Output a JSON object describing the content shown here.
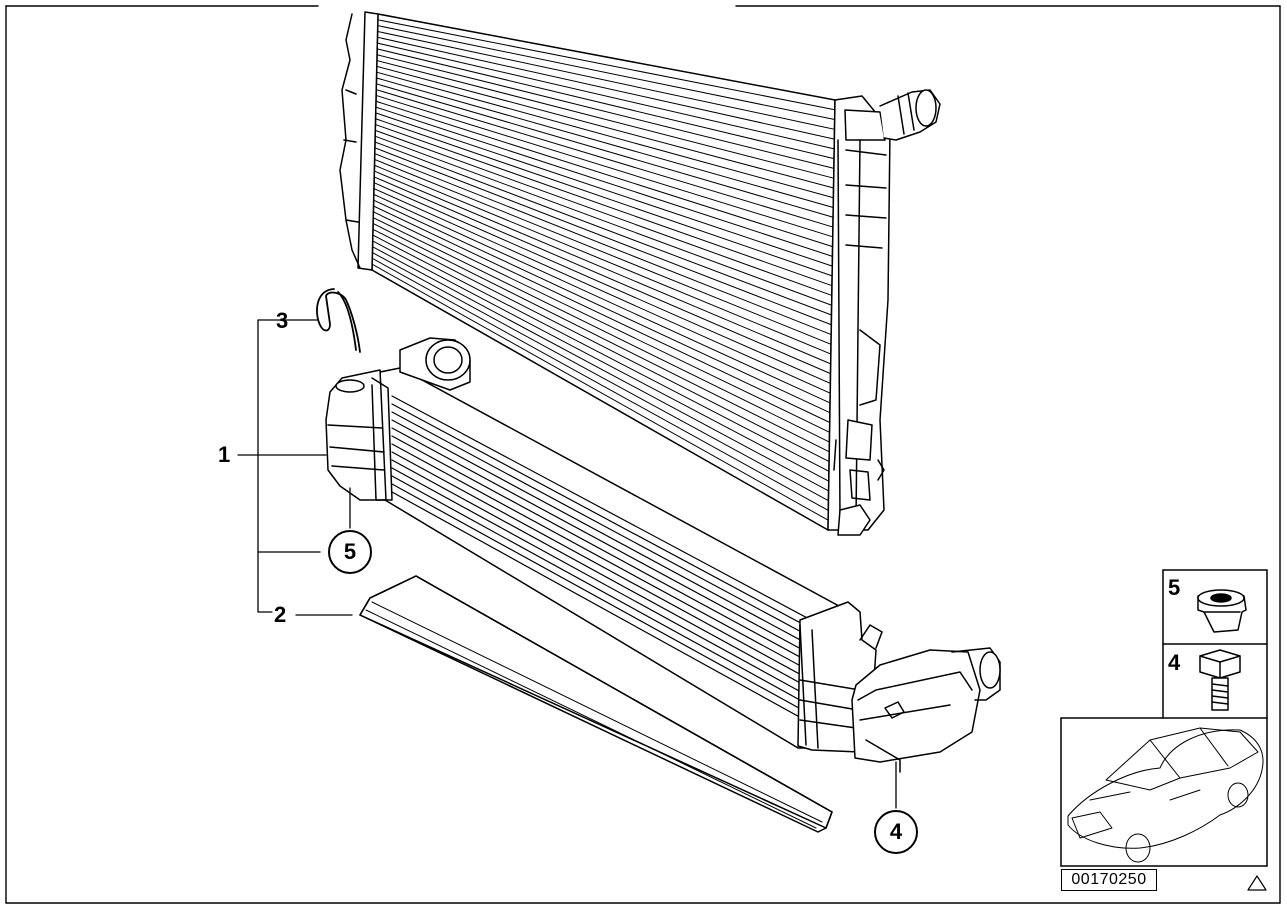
{
  "callouts": {
    "label_1": "1",
    "label_2": "2",
    "label_3": "3",
    "label_4": "4",
    "label_5": "5"
  },
  "legend": {
    "item_5": "5",
    "item_4": "4"
  },
  "part_number": "00170250"
}
